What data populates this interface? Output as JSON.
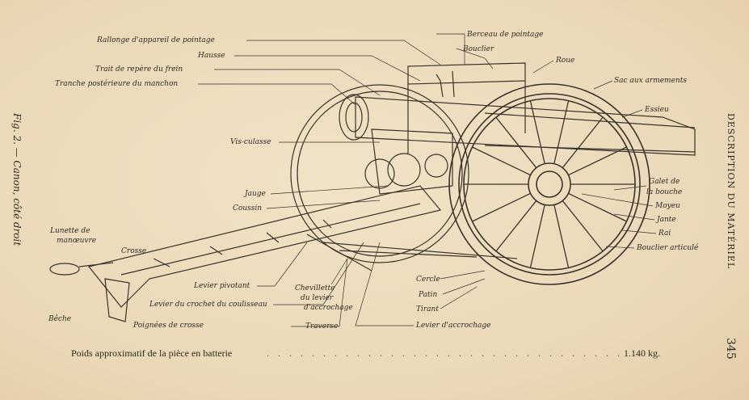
{
  "figure": {
    "caption": "Fig. 2. — Canon, côté droit",
    "labels": {
      "rallonge": "Rallonge d'appareil de pointage",
      "hausse": "Hausse",
      "trait": "Trait de repère du frein",
      "tranche": "Tranche postérieure du manchon",
      "vis_culasse": "Vis-culasse",
      "jauge": "Jauge",
      "coussin": "Coussin",
      "lunette_1": "Lunette de",
      "lunette_2": "manœuvre",
      "crosse": "Crosse",
      "beche": "Bêche",
      "poignees": "Poignées de crosse",
      "levier_pivotant": "Levier pivotant",
      "levier_crochet": "Levier du crochet du coulisseau",
      "chevillette_1": "Chevillette",
      "chevillette_2": "du levier",
      "chevillette_3": "d'accrochage",
      "traverse": "Traverse",
      "levier_accrochage": "Levier d'accrochage",
      "tirant": "Tirant",
      "patin": "Patin",
      "cercle": "Cercle",
      "berceau": "Berceau de pointage",
      "bouclier": "Bouclier",
      "roue": "Roue",
      "sac": "Sac aux armements",
      "essieu": "Essieu",
      "galet_1": "Galet de",
      "galet_2": "la bouche",
      "moyeu": "Moyeu",
      "jante": "Jante",
      "rai": "Rai",
      "bouclier_art": "Bouclier articulé"
    }
  },
  "header": {
    "side_title": "DESCRIPTION DU MATÉRIEL",
    "page_number": "345"
  },
  "footer": {
    "label": "Poids approximatif de la pièce en batterie",
    "value": "1.140 kg."
  }
}
